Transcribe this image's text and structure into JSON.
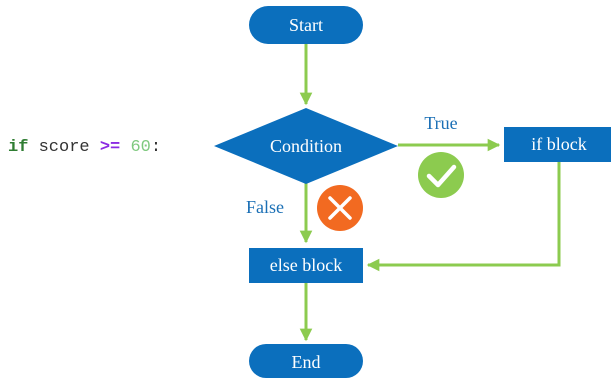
{
  "code": {
    "keyword": "if",
    "variable": "score",
    "operator": ">=",
    "number": "60",
    "colon": ":"
  },
  "nodes": {
    "start": "Start",
    "condition": "Condition",
    "if_block": "if block",
    "else_block": "else block",
    "end": "End"
  },
  "edges": {
    "true_label": "True",
    "false_label": "False"
  },
  "icons": {
    "true_marker": "check-circle-icon",
    "false_marker": "x-circle-icon"
  },
  "colors": {
    "node_fill": "#0b6fbd",
    "arrow": "#8ccb4f",
    "label_text": "#1a6fb5",
    "check_circle": "#8ccb4f",
    "cross_circle": "#f26a21",
    "code_keyword": "#2f7d32",
    "code_operator": "#8b2be2",
    "code_number": "#7fc97f"
  }
}
